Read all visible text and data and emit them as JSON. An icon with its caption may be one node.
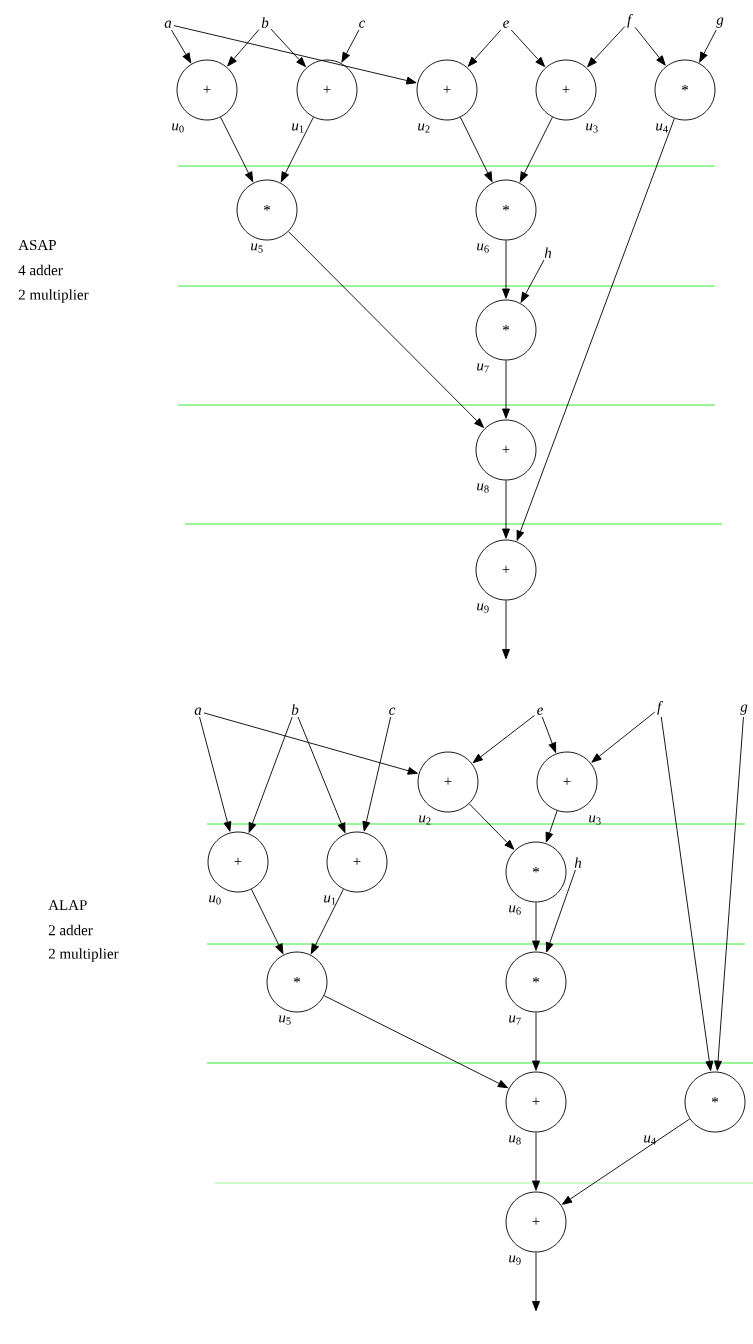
{
  "diagram": {
    "nodes": [
      {
        "text": [
          "*a*"
        ]
      },
      {
        "text": [
          "*b*"
        ]
      },
      {
        "text": [
          "*c*"
        ]
      },
      {
        "text": [
          "*e*"
        ]
      },
      {
        "text": [
          "*f*"
        ]
      },
      {
        "text": [
          "*g*"
        ]
      },
      {
        "text": [
          "+"
        ],
        "beside": [
          "*u*$_{0}$"
        ]
      },
      {
        "text": [
          "+"
        ],
        "beside": [
          "*u*$_{1}$"
        ]
      },
      {
        "text": [
          "+"
        ],
        "beside": [
          "*u*$_{2}$"
        ]
      },
      {
        "text": [
          "+"
        ],
        "beside": [
          "*u*$_{3}$"
        ]
      },
      {
        "text": [
          "*"
        ],
        "beside": [
          "*u*$_{4}$"
        ]
      },
      {
        "text": [
          "*"
        ],
        "beside": [
          "*u*$_{5}$"
        ]
      },
      {
        "text": [
          "*"
        ],
        "beside": [
          "*u*$_{6}$"
        ]
      },
      {
        "text": [
          "*h*"
        ]
      },
      {
        "text": [
          "*"
        ],
        "beside": [
          "*u*$_{7}$"
        ]
      },
      {
        "text": [
          "+"
        ],
        "beside": [
          "*u*$_{8}$"
        ]
      },
      {
        "text": [
          "+"
        ],
        "beside": [
          "*u*$_{9}$"
        ]
      },
      {
        "text": [
          "*a*"
        ]
      },
      {
        "text": [
          "*b*"
        ]
      },
      {
        "text": [
          "*c*"
        ]
      },
      {
        "text": [
          "*e*"
        ]
      },
      {
        "text": [
          "*f*"
        ]
      },
      {
        "text": [
          "*g*"
        ]
      },
      {
        "text": [
          "+"
        ],
        "beside": [
          "*u*$_{2}$"
        ]
      },
      {
        "text": [
          "+"
        ],
        "beside": [
          "*u*$_{3}$"
        ]
      },
      {
        "text": [
          "+"
        ],
        "beside": [
          "*u*$_{0}$"
        ]
      },
      {
        "text": [
          "+"
        ],
        "beside": [
          "*u*$_{1}$"
        ]
      },
      {
        "text": [
          "*"
        ],
        "beside": [
          "*u*$_{6}$"
        ]
      },
      {
        "text": [
          "*h*"
        ]
      },
      {
        "text": [
          "*"
        ],
        "beside": [
          "*u*$_{5}$"
        ]
      },
      {
        "text": [
          "*"
        ],
        "beside": [
          "*u*$_{7}$"
        ]
      },
      {
        "text": [
          "+"
        ],
        "beside": [
          "*u*$_{8}$"
        ]
      },
      {
        "text": [
          "*"
        ],
        "beside": [
          "*u*$_{4}$"
        ]
      },
      {
        "text": [
          "+"
        ],
        "beside": [
          "*u*$_{9}$"
        ]
      }
    ],
    "edges": [
      {
        "from": 0,
        "to": 6,
        "arrow": "to"
      },
      {
        "from": 0,
        "to": 8,
        "arrow": "to"
      },
      {
        "from": 1,
        "to": 6,
        "arrow": "to"
      },
      {
        "from": 1,
        "to": 7,
        "arrow": "to"
      },
      {
        "from": 2,
        "to": 7,
        "arrow": "to"
      },
      {
        "from": 3,
        "to": 8,
        "arrow": "to"
      },
      {
        "from": 3,
        "to": 9,
        "arrow": "to"
      },
      {
        "from": 4,
        "to": 9,
        "arrow": "to"
      },
      {
        "from": 4,
        "to": 10,
        "arrow": "to"
      },
      {
        "from": 5,
        "to": 10,
        "arrow": "to"
      },
      {
        "from": 6,
        "to": 11,
        "arrow": "to"
      },
      {
        "from": 7,
        "to": 11,
        "arrow": "to"
      },
      {
        "from": 8,
        "to": 12,
        "arrow": "to"
      },
      {
        "from": 9,
        "to": 12,
        "arrow": "to"
      },
      {
        "from": 12,
        "to": 14,
        "arrow": "to"
      },
      {
        "from": 13,
        "to": 14,
        "arrow": "to"
      },
      {
        "from": 11,
        "to": 15,
        "arrow": "to"
      },
      {
        "from": 14,
        "to": 15,
        "arrow": "to"
      },
      {
        "from": 15,
        "to": 16,
        "arrow": "to"
      },
      {
        "from": 10,
        "to": 16,
        "arrow": "to"
      },
      {
        "from": 16,
        "to": null,
        "arrow": "to"
      },
      {
        "from": 17,
        "to": 25,
        "arrow": "to"
      },
      {
        "from": 17,
        "to": 23,
        "arrow": "to"
      },
      {
        "from": 18,
        "to": 25,
        "arrow": "to"
      },
      {
        "from": 18,
        "to": 26,
        "arrow": "to"
      },
      {
        "from": 19,
        "to": 26,
        "arrow": "to"
      },
      {
        "from": 20,
        "to": 23,
        "arrow": "to"
      },
      {
        "from": 20,
        "to": 24,
        "arrow": "to"
      },
      {
        "from": 21,
        "to": 24,
        "arrow": "to"
      },
      {
        "from": 21,
        "to": 32,
        "arrow": "to"
      },
      {
        "from": 22,
        "to": 32,
        "arrow": "to"
      },
      {
        "from": 25,
        "to": 29,
        "arrow": "to"
      },
      {
        "from": 26,
        "to": 29,
        "arrow": "to"
      },
      {
        "from": 23,
        "to": 27,
        "arrow": "to"
      },
      {
        "from": 24,
        "to": 27,
        "arrow": "to"
      },
      {
        "from": 27,
        "to": 30,
        "arrow": "to"
      },
      {
        "from": 28,
        "to": 30,
        "arrow": "to"
      },
      {
        "from": 29,
        "to": 31,
        "arrow": "to"
      },
      {
        "from": 30,
        "to": 31,
        "arrow": "to"
      },
      {
        "from": 31,
        "to": 33,
        "arrow": "to"
      },
      {
        "from": 32,
        "to": 33,
        "arrow": "to"
      },
      {
        "from": 33,
        "to": null,
        "arrow": "to"
      }
    ],
    "labels": [
      "ASAP",
      "4 adder",
      "2 multiplier",
      "ALAP",
      "2 adder",
      "2 multiplier"
    ]
  }
}
